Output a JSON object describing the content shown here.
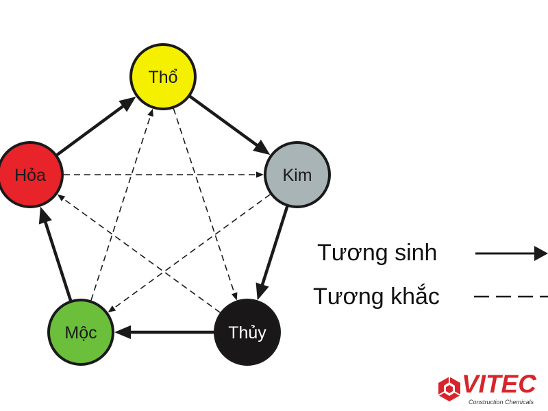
{
  "nodes": {
    "tho": {
      "label": "Thổ",
      "fill": "#f5f000",
      "text_color": "#1a1a1a"
    },
    "kim": {
      "label": "Kim",
      "fill": "#a8b4b6",
      "text_color": "#1a1a1a"
    },
    "thuy": {
      "label": "Thủy",
      "fill": "#1a1718",
      "text_color": "#ffffff"
    },
    "moc": {
      "label": "Mộc",
      "fill": "#6bbf3a",
      "text_color": "#1a1a1a"
    },
    "hoa": {
      "label": "Hỏa",
      "fill": "#e8232a",
      "text_color": "#1a1a1a"
    }
  },
  "generating_cycle": [
    [
      "hoa",
      "tho"
    ],
    [
      "tho",
      "kim"
    ],
    [
      "kim",
      "thuy"
    ],
    [
      "thuy",
      "moc"
    ],
    [
      "moc",
      "hoa"
    ]
  ],
  "controlling_cycle": [
    [
      "hoa",
      "kim"
    ],
    [
      "kim",
      "moc"
    ],
    [
      "moc",
      "tho"
    ],
    [
      "tho",
      "thuy"
    ],
    [
      "thuy",
      "hoa"
    ]
  ],
  "legend": {
    "generating": "Tương sinh",
    "controlling": "Tương khắc"
  },
  "logo": {
    "name": "VITEC",
    "registered": "®",
    "tagline": "Construction Chemicals",
    "color": "#d7262b"
  }
}
